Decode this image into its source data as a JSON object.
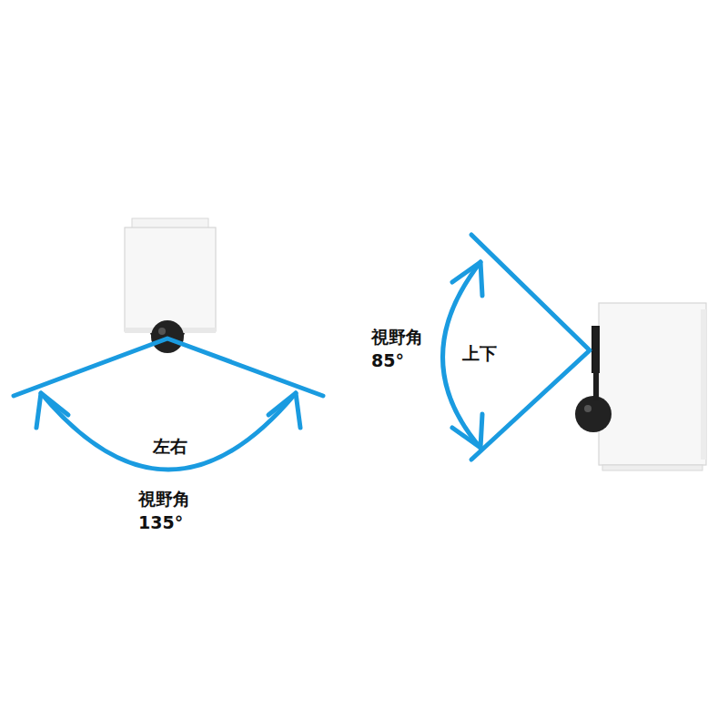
{
  "diagram": {
    "labels": [
      "左右",
      "視野角 135°",
      "上下",
      "視野角 85°"
    ]
  }
}
